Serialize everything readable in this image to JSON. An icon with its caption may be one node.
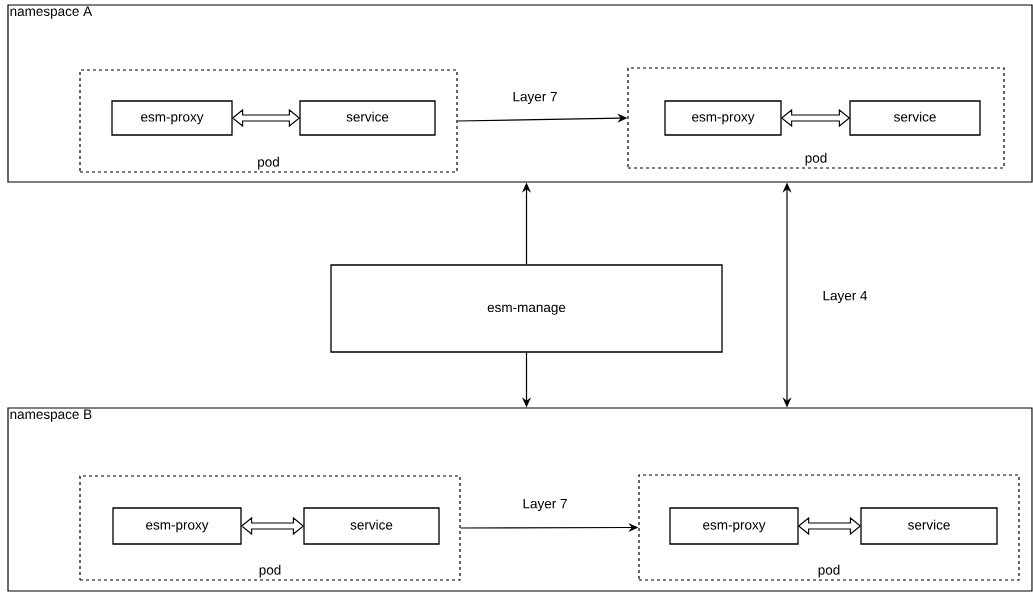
{
  "diagram": {
    "nodes": [
      {
        "text": [
          "namespace A"
        ]
      },
      {
        "text": [
          "pod"
        ],
        "in": 0
      },
      {
        "text": [
          "esm-proxy"
        ],
        "in": 1
      },
      {
        "text": [
          "service"
        ],
        "in": 1
      },
      {
        "text": [
          "pod"
        ],
        "in": 0
      },
      {
        "text": [
          "esm-proxy"
        ],
        "in": 4
      },
      {
        "text": [
          "service"
        ],
        "in": 4
      },
      {
        "text": [
          "esm-manage"
        ]
      },
      {
        "text": [
          "namespace B"
        ]
      },
      {
        "text": [
          "pod"
        ],
        "in": 8
      },
      {
        "text": [
          "esm-proxy"
        ],
        "in": 9
      },
      {
        "text": [
          "service"
        ],
        "in": 9
      },
      {
        "text": [
          "pod"
        ],
        "in": 8
      },
      {
        "text": [
          "esm-proxy"
        ],
        "in": 12
      },
      {
        "text": [
          "service"
        ],
        "in": 12
      }
    ],
    "edges": [
      {
        "from": 2,
        "to": 3,
        "arrow": "both",
        "style": "thick"
      },
      {
        "from": 5,
        "to": 6,
        "arrow": "both",
        "style": "thick"
      },
      {
        "from": 1,
        "to": 4,
        "arrow": "to",
        "label": "Layer 7"
      },
      {
        "from": 7,
        "to": 0,
        "arrow": "to"
      },
      {
        "from": 7,
        "to": 8,
        "arrow": "to"
      },
      {
        "from": 0,
        "to": 8,
        "arrow": "both",
        "label": "Layer 4"
      },
      {
        "from": 10,
        "to": 11,
        "arrow": "both",
        "style": "thick"
      },
      {
        "from": 13,
        "to": 14,
        "arrow": "both",
        "style": "thick"
      },
      {
        "from": 9,
        "to": 12,
        "arrow": "to",
        "label": "Layer 7"
      }
    ]
  }
}
